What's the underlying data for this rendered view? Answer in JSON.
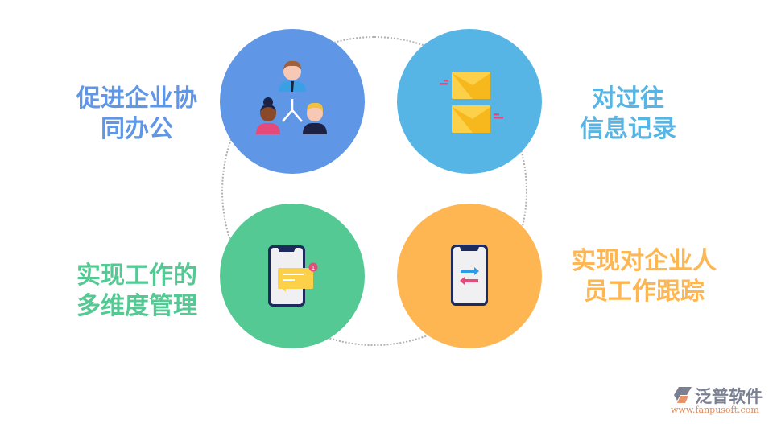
{
  "diagram": {
    "items": [
      {
        "label_line1": "促进企业协",
        "label_line2": "同办公",
        "icon": "team-hierarchy-icon",
        "color": "#5f96e6"
      },
      {
        "label_line1": "对过往",
        "label_line2": "信息记录",
        "icon": "envelopes-icon",
        "color": "#56b5e4"
      },
      {
        "label_line1": "实现工作的",
        "label_line2": "多维度管理",
        "icon": "phone-notification-icon",
        "color": "#55c994"
      },
      {
        "label_line1": "实现对企业人",
        "label_line2": "员工作跟踪",
        "icon": "phone-transfer-icon",
        "color": "#fdb652"
      }
    ],
    "notification_count": "1"
  },
  "logo": {
    "name": "泛普软件",
    "url": "www.fanpusoft.com"
  }
}
